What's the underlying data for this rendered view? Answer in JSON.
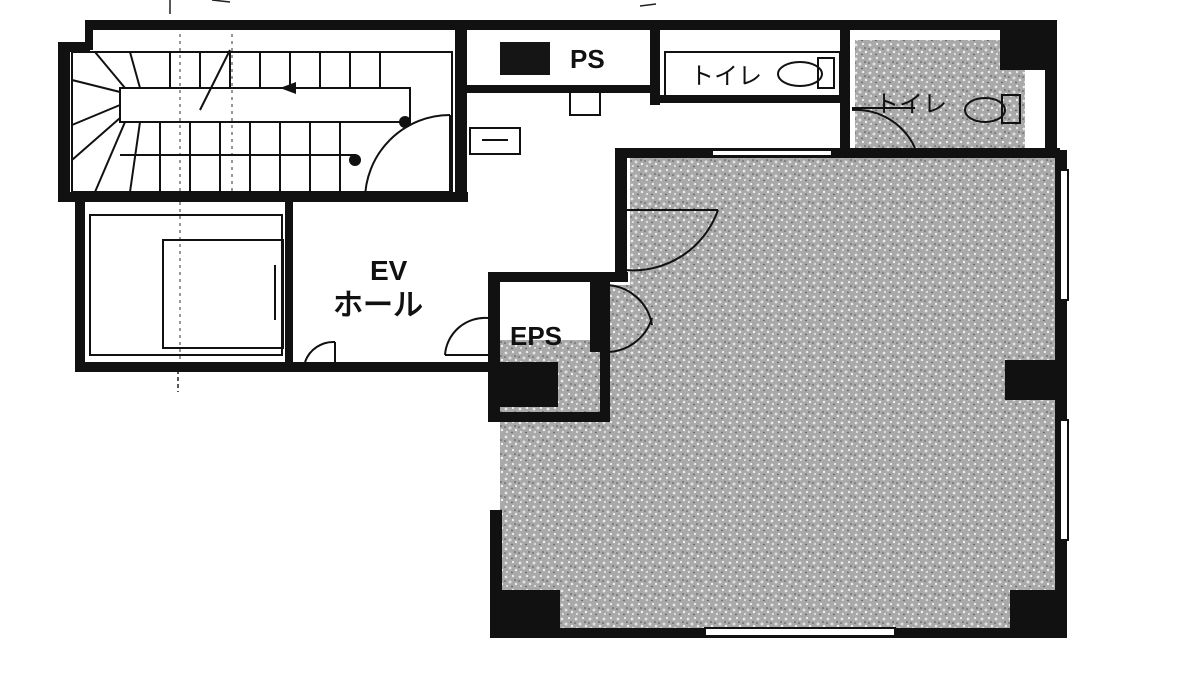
{
  "plan": {
    "labels": {
      "ps": "PS",
      "toilet_1": "トイレ",
      "toilet_2": "トイレ",
      "ev_line1": "EV",
      "ev_line2": "ホール",
      "eps": "EPS"
    },
    "colors": {
      "wall": "#111111",
      "floor_fill": "#a9a9a9",
      "speckle": "#e6e6e6",
      "background": "#ffffff"
    }
  }
}
